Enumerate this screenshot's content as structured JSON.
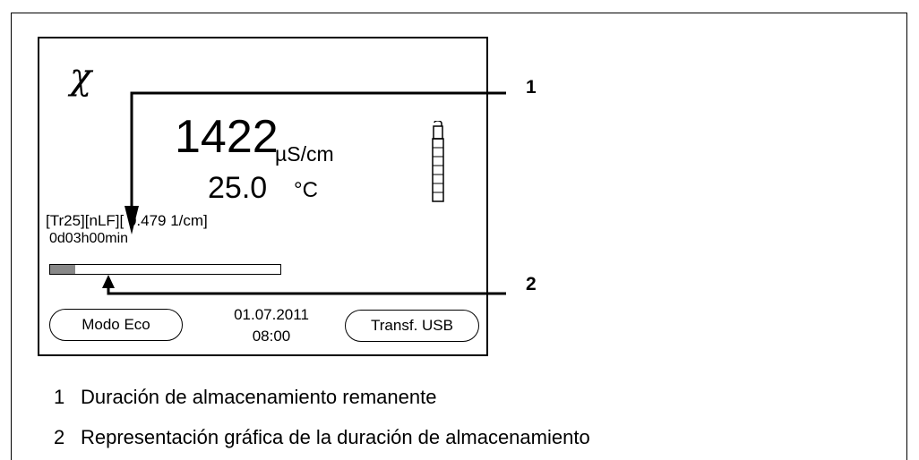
{
  "display": {
    "mode_symbol": "χ",
    "measured_value": "1422",
    "measured_unit": "µS/cm",
    "temperature": "25.0",
    "temperature_unit": "°C",
    "parameters_line": "[Tr25][nLF][ 0.479 1/cm]",
    "remaining_duration": "0d03h00min",
    "storage_used_fraction": 0.11,
    "softkey_left": "Modo Eco",
    "date": "01.07.2011",
    "time": "08:00",
    "softkey_right": "Transf. USB",
    "probe_icon": "conductivity-probe-icon"
  },
  "callouts": [
    "1",
    "2"
  ],
  "legend": [
    {
      "number": "1",
      "text": "Duración de almacenamiento remanente"
    },
    {
      "number": "2",
      "text": "Representación gráfica de la duración de almacenamiento"
    }
  ]
}
